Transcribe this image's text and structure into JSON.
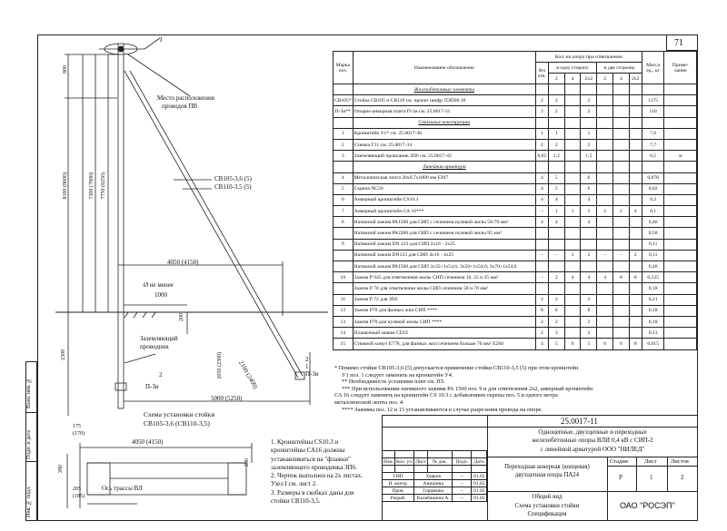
{
  "sheet": {
    "number": "71"
  },
  "drawing_labels": {
    "mark_I": "I",
    "place_label_1": "Место расположения",
    "place_label_2": "проводов ПВ",
    "dim_800": "800",
    "dim_8100": "8100 (8600)",
    "dim_7300": "7300 (7800)",
    "dim_7750": "7750 (8250)",
    "cb_1": "СВ105-3,6 (5)",
    "cb_2": "СВ110-3,5 (5)",
    "dim_4050": "4050 (4150)",
    "diam_1": "Ø не менее",
    "dim_1000": "1000",
    "dim_200": "200",
    "ground_1": "Заземляющий",
    "ground_2": "проводник",
    "dim_2100": "2100 (2400)",
    "dim_2050": "2050 (2300)",
    "dim_2300": "2300",
    "dim_5000": "5000 (5250)",
    "p3i_left": "П-3и",
    "p3i_right": "П-3и",
    "num_2": "2",
    "num_2b": "2",
    "num_1": "1",
    "scheme_1": "Схема установки стойки",
    "scheme_2": "СВ105-3,6 (СВ110-3,5)",
    "p_dim_4050": "4050 (4150)",
    "p_dim_175a": "175",
    "p_dim_170": "(170)",
    "p_dim_280a": "280",
    "p_dim_280b": "280",
    "p_dim_205": "205",
    "p_dim_185": "(185)",
    "axis_label": "Ось трассы ВЛ"
  },
  "notes_left": [
    "1. Кронштейны CS10.3 и",
    "кронштейны СА16 должны",
    "устанавливаться на \"флажки\"",
    "заземляющего проводника ЗП6.",
    "2. Чертеж выполнен на 2х листах.",
    "Узел I см. лист 2.",
    "3. Размеры в скобках даны для",
    "стойки СВ110-3,5."
  ],
  "spec": {
    "headers": {
      "mark": "Марка поз.",
      "name": "Наименование обозначение",
      "qty": "Кол. на опору при ответвлении",
      "no_branch": "без отв.",
      "one_side": "в одну сторону",
      "two_sides": "в две стороны",
      "c4": "4",
      "c2x2": "2х2",
      "c4b": "4",
      "c2x2b": "2х2",
      "c2": "2",
      "c2b": "2",
      "mass": "Масса ед., кг",
      "note": "Приме- чание"
    },
    "rows": [
      {
        "sec": "Железобетонные элементы"
      },
      {
        "mark": "СВ105*",
        "name": "Стойка СВ105 и СВ110 см. проект шифр ЛЭП00.10",
        "a": "2",
        "b": "2",
        "c": "",
        "d": "2",
        "e": "",
        "f": "",
        "g": "",
        "m": "1175",
        "n": ""
      },
      {
        "mark": "П-3и**",
        "name": "Опорно-анкерная плита П-3и см. 25.0017-31",
        "a": "2",
        "b": "2",
        "c": "",
        "d": "2",
        "e": "",
        "f": "",
        "g": "",
        "m": "110",
        "n": ""
      },
      {
        "sec": "Стальные конструкции"
      },
      {
        "mark": "1",
        "name": "Кронштейн У1* см. 25.0017-36",
        "a": "1",
        "b": "1",
        "c": "",
        "d": "1",
        "e": "",
        "f": "",
        "g": "",
        "m": "7,0",
        "n": ""
      },
      {
        "mark": "2",
        "name": "Стяжка Г11 см. 25.0017-34",
        "a": "2",
        "b": "2",
        "c": "",
        "d": "2",
        "e": "",
        "f": "",
        "g": "",
        "m": "7,7",
        "n": ""
      },
      {
        "mark": "3",
        "name": "Заземляющий проводник ЗП6 см. 25.0017-43",
        "a": "0,65",
        "b": "1,2",
        "c": "",
        "d": "1,5",
        "e": "",
        "f": "",
        "g": "",
        "m": "0,5",
        "n": "м"
      },
      {
        "sec": "Линейная арматура"
      },
      {
        "mark": "4",
        "name": "Металлическая лента 20х0,7х1000 мм F207",
        "a": "4",
        "b": "5",
        "c": "",
        "d": "6",
        "e": "",
        "f": "",
        "g": "",
        "m": "0,078",
        "n": ""
      },
      {
        "mark": "5",
        "name": "Скрепа NC20",
        "a": "4",
        "b": "5",
        "c": "",
        "d": "6",
        "e": "",
        "f": "",
        "g": "",
        "m": "0,02",
        "n": ""
      },
      {
        "mark": "6",
        "name": "Анкерный кронштейн CS10.3",
        "a": "4",
        "b": "4",
        "c": "",
        "d": "4",
        "e": "",
        "f": "",
        "g": "",
        "m": "0,3",
        "n": ""
      },
      {
        "mark": "7",
        "name": "Анкерный кронштейн СА 16***",
        "a": "–",
        "b": "1",
        "c": "1",
        "d": "2",
        "e": "2",
        "f": "2",
        "g": "4",
        "m": "0,1",
        "n": ""
      },
      {
        "mark": "8",
        "name": "Натяжной зажим РА1500 для СИП с сечением нулевой жилы 50-70 мм²",
        "a": "4",
        "b": "4",
        "c": "",
        "d": "4",
        "e": "",
        "f": "",
        "g": "",
        "m": "0,46",
        "n": ""
      },
      {
        "mark": "",
        "name": "Натяжной зажим РА2200 для СИП с сечением нулевой жилы 95 мм²",
        "a": "",
        "b": "",
        "c": "",
        "d": "",
        "e": "",
        "f": "",
        "g": "",
        "m": "0,58",
        "n": ""
      },
      {
        "mark": "9",
        "name": "Натяжной зажим DN 123 для СИП 2х16 - 2х25",
        "a": "",
        "b": "",
        "c": "",
        "d": "",
        "e": "",
        "f": "",
        "g": "",
        "m": "0,11",
        "n": ""
      },
      {
        "mark": "",
        "name": "Натяжной зажим DN123 для СИП 4х16 - 4х25",
        "a": "–",
        "b": "–",
        "c": "1",
        "d": "2",
        "e": "–",
        "f": "–",
        "g": "2",
        "m": "0,11",
        "n": ""
      },
      {
        "mark": "",
        "name": "Натяжной зажим РА1500 для СИП 3х35+1х54,6; 3х50+1х54,6; 3х70+1х54,6",
        "a": "",
        "b": "",
        "c": "",
        "d": "",
        "e": "",
        "f": "",
        "g": "",
        "m": "0,46",
        "n": ""
      },
      {
        "mark": "10",
        "name": "Зажим Р 645 для ответвления жилы СИП сечением 16, 25 и 35 мм²",
        "a": "–",
        "b": "2",
        "c": "4",
        "d": "4",
        "e": "4",
        "f": "8",
        "g": "8",
        "m": "0,125",
        "n": ""
      },
      {
        "mark": "",
        "name": "Зажим Р 70 для ответвления жилы СИП сечением 50 и 70 мм²",
        "a": "",
        "b": "",
        "c": "",
        "d": "",
        "e": "",
        "f": "",
        "g": "",
        "m": "0,18",
        "n": ""
      },
      {
        "mark": "11",
        "name": "Зажим Р 72 для ЗП6",
        "a": "2",
        "b": "2",
        "c": "",
        "d": "2",
        "e": "",
        "f": "",
        "g": "",
        "m": "0,21",
        "n": ""
      },
      {
        "mark": "12",
        "name": "Зажим Р70 для фазных жил СИП ****",
        "a": "8",
        "b": "8",
        "c": "",
        "d": "8",
        "e": "",
        "f": "",
        "g": "",
        "m": "0,18",
        "n": ""
      },
      {
        "mark": "13",
        "name": "Зажим Р70 для нулевой жилы СИП ****",
        "a": "2",
        "b": "2",
        "c": "",
        "d": "2",
        "e": "",
        "f": "",
        "g": "",
        "m": "0,18",
        "n": ""
      },
      {
        "mark": "14",
        "name": "Плашечный зажим CD35",
        "a": "2",
        "b": "3",
        "c": "",
        "d": "3",
        "e": "",
        "f": "",
        "g": "",
        "m": "0,13",
        "n": ""
      },
      {
        "mark": "15",
        "name": "Стяжной хомут Е778, для фазных жил сечением больше 70 мм² Е260",
        "a": "4",
        "b": "5",
        "c": "6",
        "d": "5",
        "e": "6",
        "f": "6",
        "g": "8",
        "m": "0,015",
        "n": ""
      }
    ]
  },
  "footnotes": [
    "* Помимо стойки СВ105-3,6 (5) допускается применение стойки СВ110-3,5 (5) при этом кронштейн",
    "У1 поз. 1 следует заменить на кронштейн У4.",
    "** Необходимость установки плит см. ПЗ.",
    "*** При использовании натяжного зажима РА 1500 поз. 9 и для ответвления 2х2, анкерный кронштейн",
    "СА 16 следует заменить на кронштейн CS 10.3 с добавлением скрепы поз. 5 и одного метра",
    "металлической ленты поз. 4.",
    "**** Зажимы поз. 12 и 13 устанавливаются в случае разрезания провода на опоре."
  ],
  "title_block": {
    "doc_code": "25.0017-11",
    "title_1": "Одноцепные, двухцепные и переходные",
    "title_2": "железобетонные опоры ВЛИ 0,4 кВ с СИП-2",
    "title_3": "с линейной арматурой ООО \"НИЛЕД\"",
    "sheet_name_1": "Переходная анкерная (концевая)",
    "sheet_name_2": "двухцепная опора ПА24",
    "stage_h": "Стадия",
    "sheet_h": "Лист",
    "sheets_h": "Листов",
    "stage": "Р",
    "sheet": "1",
    "sheets": "2",
    "view_1": "Общий вид",
    "view_2": "Схема установки стойки",
    "view_3": "Спецификация",
    "company": "ОАО \"РОСЭП\"",
    "col_izm": "Изм.",
    "col_kol": "Кол. уч.",
    "col_list": "Лист",
    "col_doc": "№ док.",
    "col_sign": "Подп.",
    "col_date": "Дата",
    "roles": [
      {
        "role": "ГИП",
        "name": "Удяров",
        "date": "01.05"
      },
      {
        "role": "Н. контр.",
        "name": "Анишина",
        "date": "01.05"
      },
      {
        "role": "Пров.",
        "name": "Горшенко",
        "date": "01.05"
      },
      {
        "role": "Разраб.",
        "name": "Калабашина А.",
        "date": "01.05"
      }
    ]
  },
  "side_stamps": {
    "s1": "Взам. инв. №",
    "s2": "Подп. и дата",
    "s3": "Инв. № подл."
  }
}
